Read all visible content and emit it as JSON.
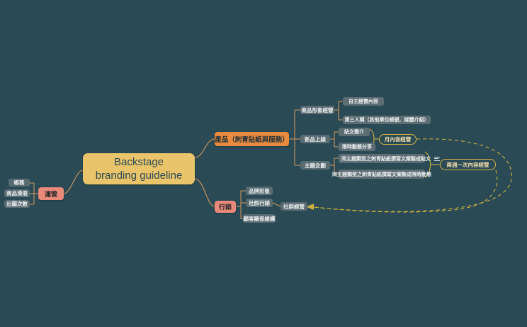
{
  "canvas": {
    "background": "#2a4a55",
    "connector_orange": "#d8985a",
    "connector_gold": "#cdb03f"
  },
  "center": {
    "line1": "Backstage",
    "line2": "branding guideline",
    "color": "#e9c46a"
  },
  "branches": {
    "operations": {
      "label": "運營",
      "color": "#e8897a",
      "children": [
        {
          "label": "帳務"
        },
        {
          "label": "商品清冊"
        },
        {
          "label": "出圖次數"
        }
      ]
    },
    "product": {
      "label": "產品（刺青貼紙與服務）",
      "color": "#e98b3f",
      "groups": [
        {
          "label": "商品形象經營",
          "children": [
            {
              "label": "自主經營內容"
            },
            {
              "label": "第三人稱（其他單位帳號、媒體介紹）"
            }
          ]
        },
        {
          "label": "新品上線",
          "children": [
            {
              "label": "貼文簡介"
            },
            {
              "label": "限時動態分享"
            }
          ],
          "summary": "月內容經營"
        },
        {
          "label": "主題企劃",
          "children": [
            {
              "label": "同主題類型之刺青貼紙撰寫文案製成貼文",
              "icon": "note-lines-icon"
            },
            {
              "label": "同主題類型之刺青貼紙撰寫文案製成限時動態"
            }
          ],
          "summary": "兩週一次內容經營"
        }
      ]
    },
    "marketing": {
      "label": "行銷",
      "color": "#e8897a",
      "children": [
        {
          "label": "品牌形象"
        },
        {
          "label": "社群行銷",
          "child": "社群經營"
        },
        {
          "label": "顧客關係維護"
        }
      ]
    }
  },
  "summaries": {
    "monthly": "月內容經營",
    "biweekly": "兩週一次內容經營",
    "target": "社群經營"
  }
}
